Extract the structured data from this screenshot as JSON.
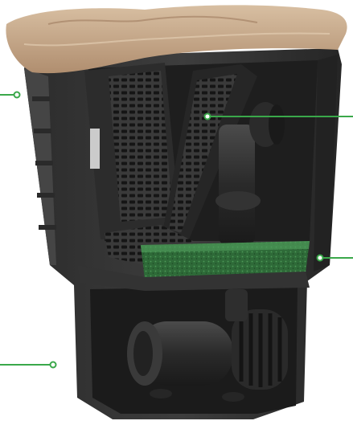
{
  "image": {
    "subject": "pond-filter-cutaway",
    "colors": {
      "background": "#ffffff",
      "lid_stone": "#c9a88a",
      "housing_dark": "#2a2a2a",
      "housing_mid": "#3b3b3b",
      "basket_grey": "#4a4a4a",
      "filter_sponge_green": "#2f6b3a",
      "callout_line_green": "#3aa84a"
    },
    "callouts": [
      {
        "id": "lid-callout"
      },
      {
        "id": "basket-callout"
      },
      {
        "id": "sponge-callout"
      },
      {
        "id": "pump-chamber-callout"
      }
    ]
  }
}
